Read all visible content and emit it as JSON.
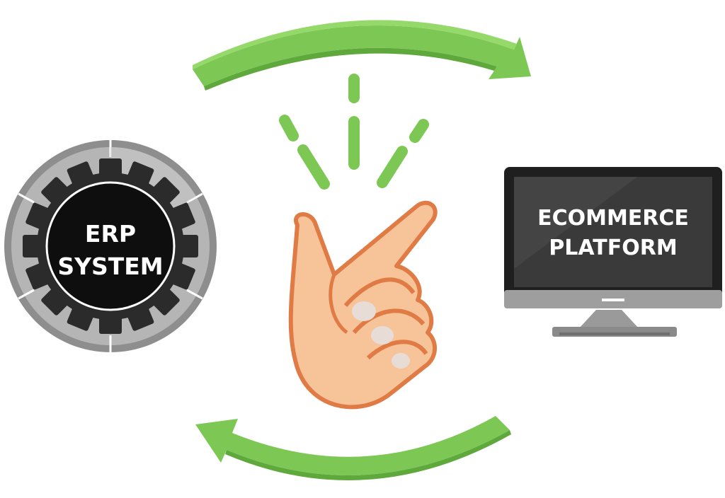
{
  "erp": {
    "line1": "ERP",
    "line2": "SYSTEM"
  },
  "platform": {
    "line1": "ECOMMERCE",
    "line2": "PLATFORM"
  },
  "icons": {
    "left_node": "gear-icon",
    "center": "finger-snap-hand-icon",
    "right_node": "monitor-icon",
    "top_flow": "curved-arrow-right-icon",
    "bottom_flow": "curved-arrow-left-icon"
  },
  "colors": {
    "arrow": "#7dc855",
    "arrow_shade": "#5fa83c",
    "snap_lines": "#7dc855",
    "gear_dark": "#2b2b2b",
    "gear_ring": "#a9a9a9",
    "screen": "#3a3a3a",
    "monitor_frame": "#1f1f1f",
    "stand": "#9a9a9a",
    "skin": "#f7c49a",
    "skin_outline": "#e07b45",
    "text_light": "#ffffff"
  }
}
